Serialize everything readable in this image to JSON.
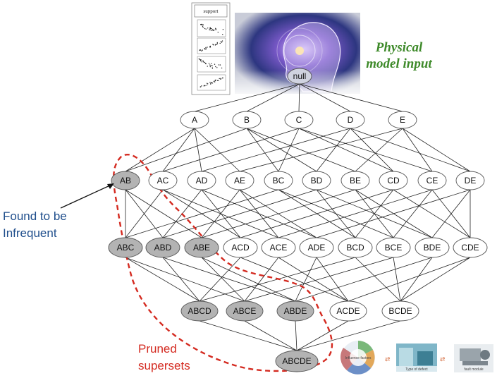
{
  "caption": {
    "line1": "Physical",
    "line2": "model input"
  },
  "annotations": {
    "found_line1": "Found to be",
    "found_line2": "Infrequent",
    "pruned_line1": "Pruned",
    "pruned_line2": "supersets"
  },
  "support_panel": {
    "title": "support"
  },
  "thumbnails": {
    "influence": "Influence factors",
    "defect": "Type of defect",
    "fault": "fault module"
  },
  "lattice": {
    "levels": [
      [
        "null"
      ],
      [
        "A",
        "B",
        "C",
        "D",
        "E"
      ],
      [
        "AB",
        "AC",
        "AD",
        "AE",
        "BC",
        "BD",
        "BE",
        "CD",
        "CE",
        "DE"
      ],
      [
        "ABC",
        "ABD",
        "ABE",
        "ACD",
        "ACE",
        "ADE",
        "BCD",
        "BCE",
        "BDE",
        "CDE"
      ],
      [
        "ABCD",
        "ABCE",
        "ABDE",
        "ACDE",
        "BCDE"
      ],
      [
        "ABCDE"
      ]
    ],
    "infrequent": [
      "AB",
      "ABC",
      "ABD",
      "ABE",
      "ABCD",
      "ABCE",
      "ABDE",
      "ABCDE"
    ],
    "colors": {
      "normal_fill": "#ffffff",
      "infrequent_fill": "#b3b3b3",
      "outline": "#555555",
      "edge": "#222222",
      "prune_line": "#d42a20"
    }
  }
}
